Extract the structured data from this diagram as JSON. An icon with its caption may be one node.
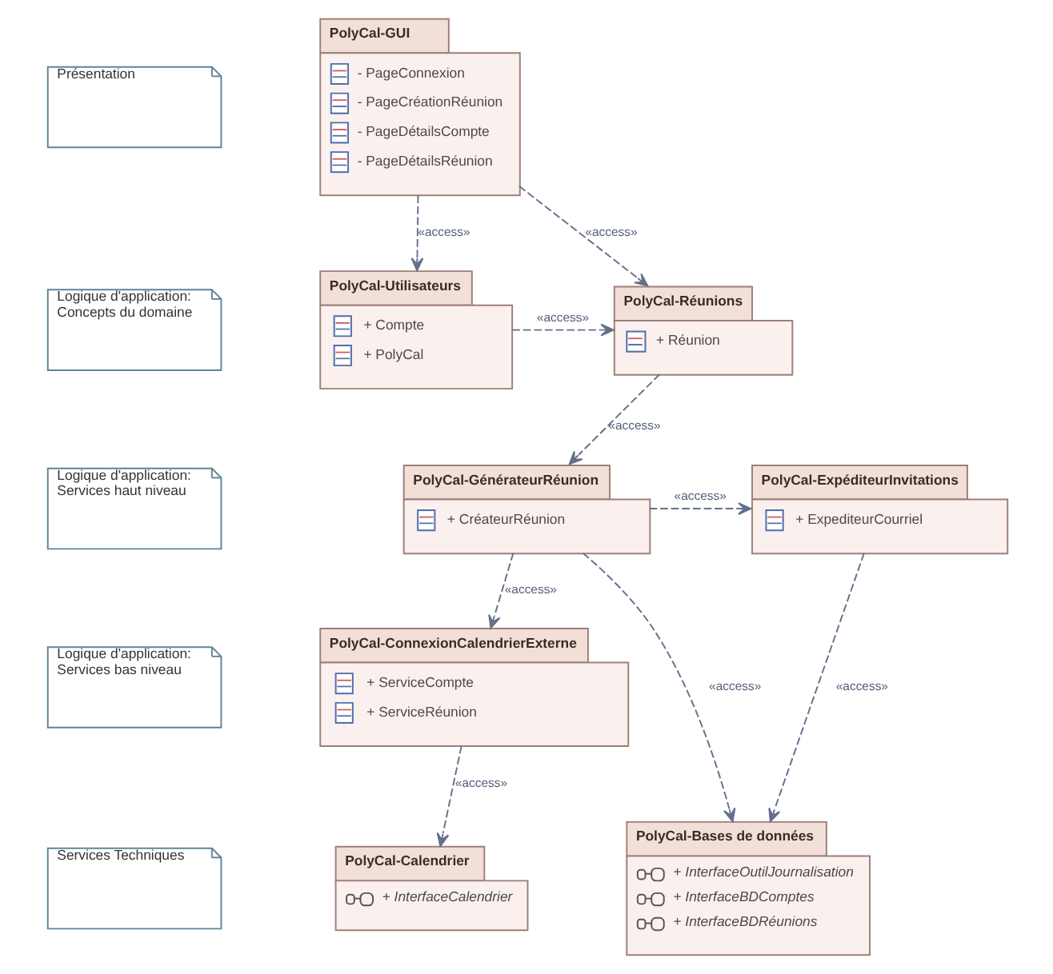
{
  "diagram": {
    "nodes": [
      {
        "text": [
          "Présentation"
        ]
      },
      {
        "text": [
          "PolyCal-GUI",
          "- PageConnexion",
          "- PageCréationRéunion",
          "- PageDétailsCompte",
          "- PageDétailsRéunion"
        ]
      },
      {
        "text": [
          "Logique d'application: Concepts du domaine"
        ]
      },
      {
        "text": [
          "PolyCal-Utilisateurs",
          "+ Compte",
          "+ PolyCal"
        ]
      },
      {
        "text": [
          "PolyCal-Réunions",
          "+ Réunion"
        ]
      },
      {
        "text": [
          "Logique d'application: Services haut niveau"
        ]
      },
      {
        "text": [
          "PolyCal-GénérateurRéunion",
          "+ CréateurRéunion"
        ]
      },
      {
        "text": [
          "PolyCal-ExpéditeurInvitations",
          "+ ExpediteurCourriel"
        ]
      },
      {
        "text": [
          "Logique d'application: Services bas niveau"
        ]
      },
      {
        "text": [
          "PolyCal-ConnexionCalendrierExterne",
          "+ ServiceCompte",
          "+ ServiceRéunion"
        ]
      },
      {
        "text": [
          "Services Techniques"
        ]
      },
      {
        "text": [
          "PolyCal-Calendrier",
          "+ InterfaceCalendrier"
        ]
      },
      {
        "text": [
          "PolyCal-Bases de données",
          "+ InterfaceOutilJournalisation",
          "+ InterfaceBDComptes",
          "+ InterfaceBDRéunions"
        ]
      }
    ],
    "edges": [
      {
        "from": 1,
        "to": 3,
        "arrow": "to",
        "style": "dashed",
        "label": "«access»"
      },
      {
        "from": 1,
        "to": 4,
        "arrow": "to",
        "style": "dashed",
        "label": "«access»"
      },
      {
        "from": 3,
        "to": 4,
        "arrow": "to",
        "style": "dashed",
        "label": "«access»"
      },
      {
        "from": 4,
        "to": 6,
        "arrow": "to",
        "style": "dashed",
        "label": "«access»"
      },
      {
        "from": 6,
        "to": 7,
        "arrow": "to",
        "style": "dashed",
        "label": "«access»"
      },
      {
        "from": 6,
        "to": 9,
        "arrow": "to",
        "style": "dashed",
        "label": "«access»"
      },
      {
        "from": 6,
        "to": 12,
        "arrow": "to",
        "style": "dashed",
        "label": "«access»"
      },
      {
        "from": 7,
        "to": 12,
        "arrow": "to",
        "style": "dashed",
        "label": "«access»"
      },
      {
        "from": 9,
        "to": 11,
        "arrow": "to",
        "style": "dashed",
        "label": "«access»"
      }
    ]
  }
}
